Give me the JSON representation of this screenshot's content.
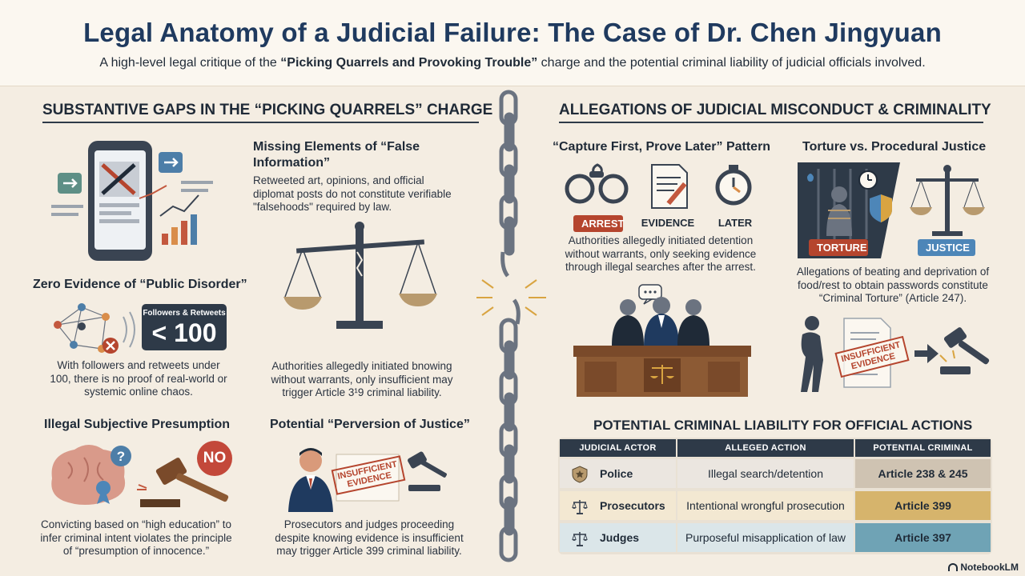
{
  "header": {
    "title": "Legal Anatomy of a Judicial Failure: The Case of Dr. Chen Jingyuan",
    "subtitle_pre": "A high-level legal critique of the ",
    "subtitle_bold": "“Picking Quarrels and Provoking Trouble”",
    "subtitle_post": " charge and the potential criminal liability of judicial officials involved."
  },
  "left": {
    "heading": "SUBSTANTIVE GAPS IN THE “PICKING QUARRELS” CHARGE",
    "false_info": {
      "title": "Missing Elements of “False Information”",
      "body": "Retweeted art, opinions, and official diplomat posts do not constitute verifiable \"falsehoods\" required by law."
    },
    "public_disorder": {
      "title": "Zero Evidence of “Public Disorder”",
      "badge_label": "Followers & Retweets",
      "badge_value": "< 100",
      "body": "With followers and retweets under 100, there is no proof of real-world or systemic online chaos."
    },
    "scale_text": "Authorities allegedly initiated bnowing without warrants, only insufficient may trigger Article 3¹9 criminal liability.",
    "presumption": {
      "title": "Illegal Subjective Presumption",
      "no_label": "NO",
      "body": "Convicting based on “high education” to infer criminal intent violates the principle of “presumption of innocence.”"
    },
    "perversion": {
      "title": "Potential “Perversion of Justice”",
      "stamp": "INSUFFICIENT EVIDENCE",
      "body": "Prosecutors and judges proceeding despite knowing evidence is insufficient may trigger Article 399 criminal liability."
    }
  },
  "right": {
    "heading": "ALLEGATIONS OF JUDICIAL MISCONDUCT & CRIMINALITY",
    "capture": {
      "title": "“Capture First, Prove Later” Pattern",
      "label_arrest": "ARREST",
      "label_evidence": "EVIDENCE",
      "label_later": "LATER",
      "body": "Authorities allegedly initiated detention without warrants, only seeking evidence through illegal searches after the arrest."
    },
    "torture": {
      "title": "Torture vs. Procedural Justice",
      "label_torture": "TORTURE",
      "label_justice": "JUSTICE",
      "body": "Allegations of beating and deprivation of food/rest to obtain passwords constitute “Criminal Torture” (Article 247)."
    },
    "stamp": "INSUFFICIENT EVIDENCE",
    "liability": {
      "title": "POTENTIAL CRIMINAL LIABILITY FOR OFFICIAL ACTIONS",
      "headers": [
        "JUDICIAL ACTOR",
        "ALLEGED ACTION",
        "POTENTIAL CRIMINAL CHARGE"
      ],
      "rows": [
        {
          "actor": "Police",
          "action": "Illegal search/detention",
          "charge": "Article 238 & 245"
        },
        {
          "actor": "Prosecutors",
          "action": "Intentional wrongful prosecution",
          "charge": "Article 399"
        },
        {
          "actor": "Judges",
          "action": "Purposeful misapplication of law",
          "charge": "Article 397"
        }
      ]
    }
  },
  "footer": {
    "brand": "NotebookLM"
  },
  "colors": {
    "navy": "#1f3a5f",
    "arrest_red": "#b5452e",
    "torture_red": "#b5452e",
    "justice_blue": "#4d86b8",
    "row1_charge": "#cfc3b2",
    "row2_charge": "#d6b46c",
    "row3_charge": "#6fa3b5"
  }
}
